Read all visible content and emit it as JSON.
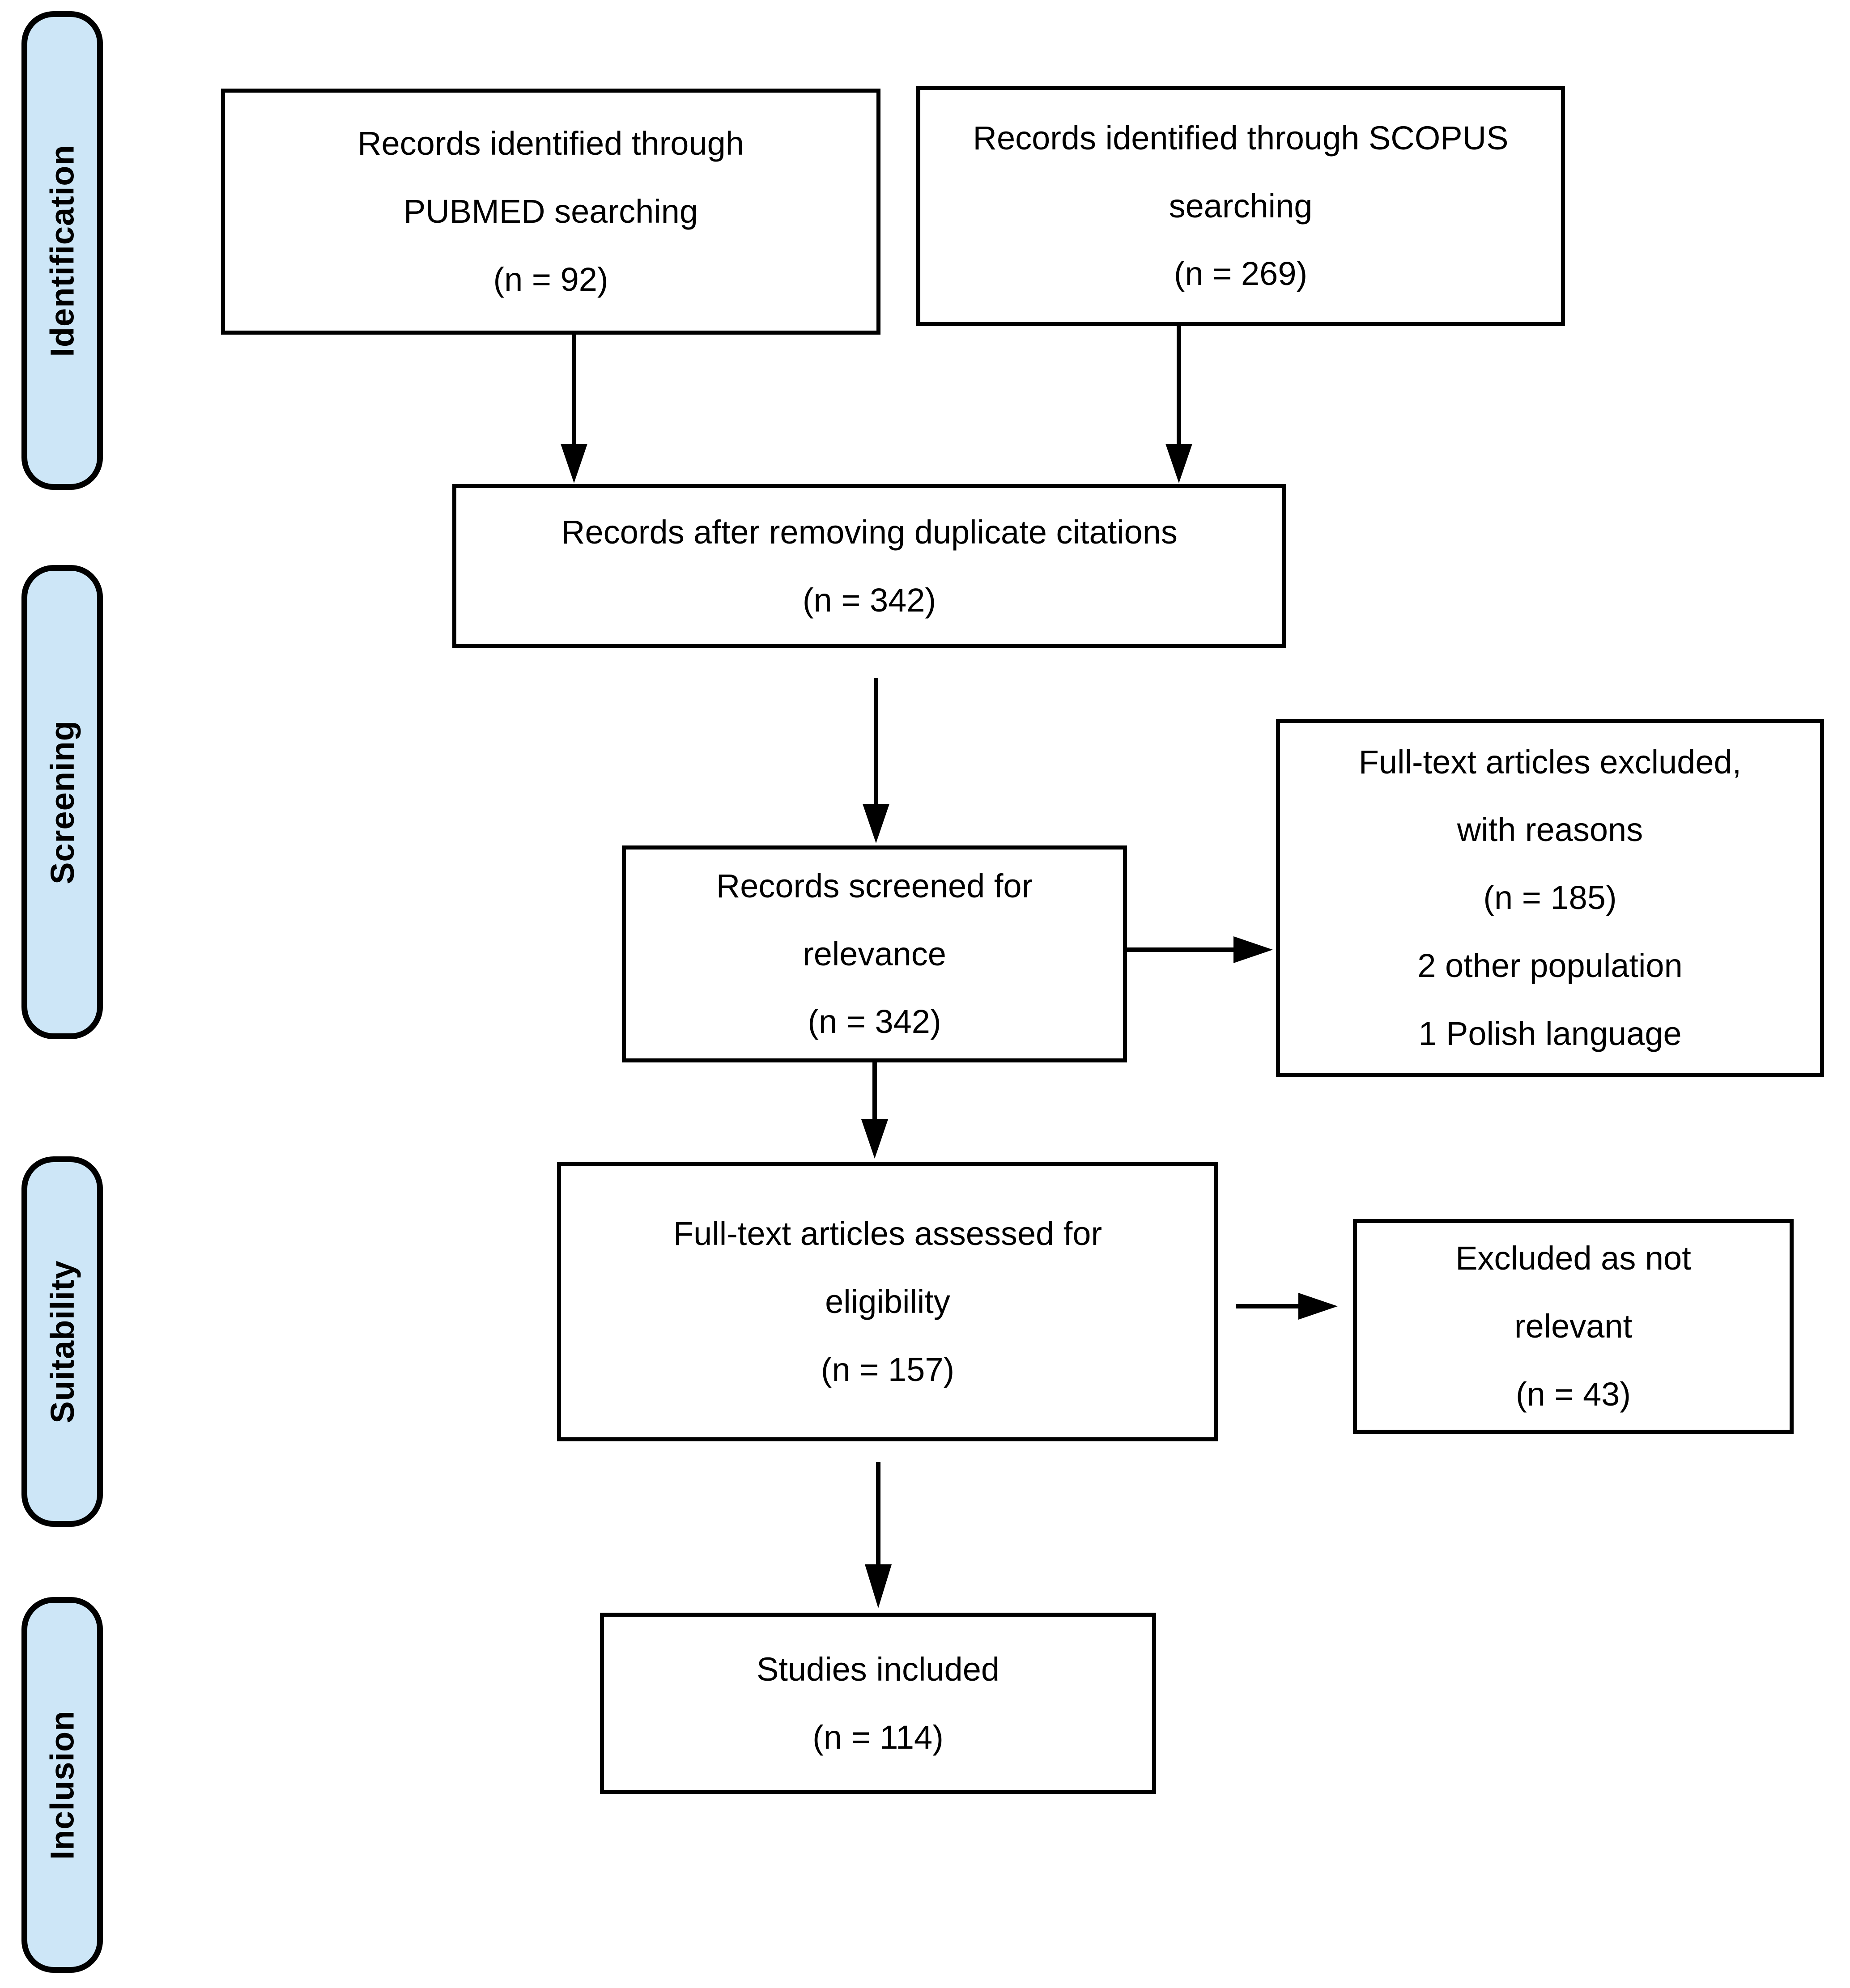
{
  "figure": {
    "type": "prisma-flow-diagram",
    "colors": {
      "stage_fill": "#cde6f7",
      "stage_border": "#000000",
      "box_border": "#000000",
      "box_fill": "#ffffff",
      "arrow": "#000000"
    }
  },
  "stages": [
    {
      "label": "Identification"
    },
    {
      "label": "Screening"
    },
    {
      "label": "Suitability"
    },
    {
      "label": "Inclusion"
    }
  ],
  "boxes": {
    "pubmed": {
      "text": "Records identified through\nPUBMED searching\n(n = 92)"
    },
    "scopus": {
      "text": "Records identified through SCOPUS\nsearching\n(n = 269)"
    },
    "dedup": {
      "text": "Records after removing duplicate citations\n(n = 342)"
    },
    "screened": {
      "text": "Records screened for\nrelevance\n(n = 342)"
    },
    "ft_excluded": {
      "text": "Full-text articles excluded,\nwith reasons\n(n = 185)\n2 other population\n1 Polish language"
    },
    "assessed": {
      "text": "Full-text articles assessed for\neligibility\n(n = 157)"
    },
    "not_relevant": {
      "text": "Excluded as not\nrelevant\n(n = 43)"
    },
    "included": {
      "text": "Studies included\n(n = 114)"
    }
  }
}
